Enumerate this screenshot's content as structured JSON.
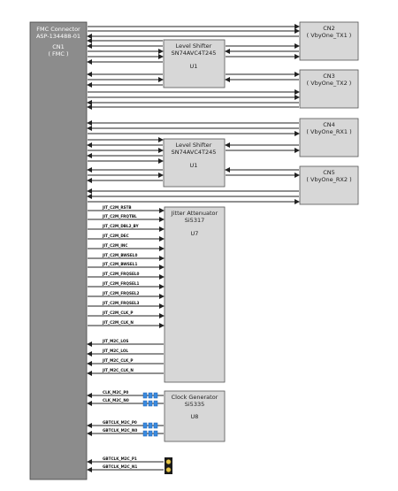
{
  "fmc": {
    "line1": "FMC Connector",
    "line2": "ASP-134488-01",
    "line3": "CN1",
    "line4": "( FMC )"
  },
  "cn2": {
    "line1": "CN2",
    "line2": "( VbyOne_TX1 )"
  },
  "cn3": {
    "line1": "CN3",
    "line2": "( VbyOne_TX2 )"
  },
  "cn4": {
    "line1": "CN4",
    "line2": "( VbyOne_RX1 )"
  },
  "cn5": {
    "line1": "CN5",
    "line2": "( VbyOne_RX2 )"
  },
  "shifter1": {
    "line1": "Level Shifter",
    "line2": "SN74AVC4T245",
    "line3": "U1"
  },
  "shifter2": {
    "line1": "Level Shifter",
    "line2": "SN74AVC4T245",
    "line3": "U1"
  },
  "jitter": {
    "line1": "Jitter Attenuator",
    "line2": "Si5317",
    "line3": "U7"
  },
  "clockgen": {
    "line1": "Clock Generator",
    "line2": "Si5335",
    "line3": "U8"
  },
  "jitter_signals": [
    "JIT_C2M_RSTB",
    "JIT_C2M_FRQTBL",
    "JIT_C2M_DBL2_BY",
    "JIT_C2M_DEC",
    "JIT_C2M_INC",
    "JIT_C2M_BWSEL0",
    "JIT_C2M_BWSEL1",
    "JIT_C2M_FRQSEL0",
    "JIT_C2M_FRQSEL1",
    "JIT_C2M_FRQSEL2",
    "JIT_C2M_FRQSEL3",
    "JIT_C2M_CLK_P",
    "JIT_C2M_CLK_N"
  ],
  "jitter_return": [
    "JIT_M2C_LOS",
    "JIT_M2C_LOL",
    "JIT_M2C_CLK_P",
    "JIT_M2C_CLK_N"
  ],
  "clk_signals": [
    "CLK_M2C_P0",
    "CLK_M2C_N0",
    "GBTCLK_M2C_P0",
    "GBTCLK_M2C_N0"
  ],
  "bottom_signals": [
    "GBTCLK_M2C_P1",
    "GBTCLK_M2C_N1"
  ]
}
